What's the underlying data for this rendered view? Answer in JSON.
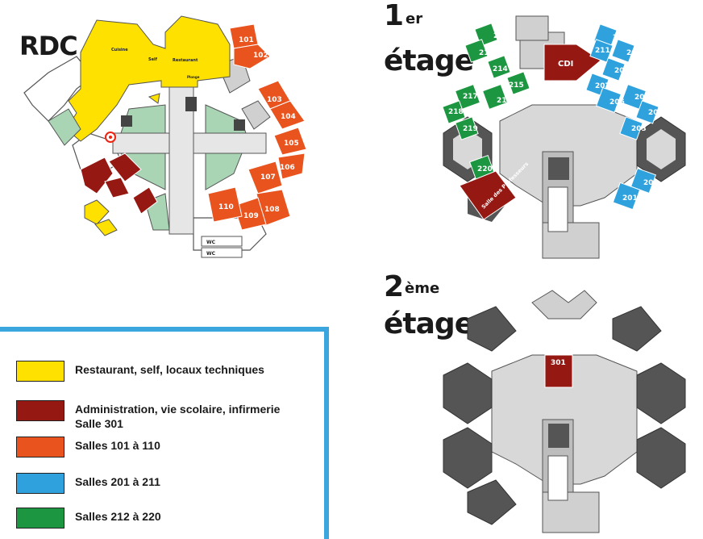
{
  "floors": {
    "rdc": {
      "title": "RDC",
      "labels": {
        "cuisine": "Cuisine",
        "self": "Self",
        "restaurant": "Restaurant",
        "plonge": "Plonge",
        "wc": "WC"
      },
      "rooms": [
        "101",
        "102",
        "103",
        "104",
        "105",
        "106",
        "107",
        "108",
        "109",
        "110"
      ]
    },
    "etage1": {
      "title": "1",
      "title_sup": "er",
      "title_line2": "étage",
      "cdi": "CDI",
      "salle_profs": "Salle des Professeurs",
      "rooms_green": [
        "212",
        "213",
        "214",
        "215",
        "216",
        "217",
        "218",
        "219",
        "220"
      ],
      "rooms_blue": [
        "210",
        "211",
        "209",
        "208",
        "207",
        "206",
        "205",
        "204",
        "203",
        "202",
        "201"
      ]
    },
    "etage2": {
      "title": "2",
      "title_sup": "ème",
      "title_line2": "étage",
      "room": "301"
    }
  },
  "legend": {
    "items": [
      {
        "label": "Restaurant, self, locaux techniques",
        "color": "#ffe100"
      },
      {
        "label": "Administration, vie scolaire, infirmerie",
        "label2": "Salle 301",
        "color": "#951812"
      },
      {
        "label": "Salles 101 à 110",
        "color": "#e8531e"
      },
      {
        "label": "Salles 201 à 211",
        "color": "#2fa2de"
      },
      {
        "label": "Salles 212 à 220",
        "color": "#1c9640"
      }
    ]
  },
  "colors": {
    "yellow": "#ffe100",
    "darkred": "#951812",
    "orange": "#e8531e",
    "blue": "#2fa2de",
    "green": "#1c9640",
    "mint": "#a9d5b4",
    "grey": "#c8c8c8",
    "dark": "#4a4a4a",
    "legend_border": "#3aa6dd"
  },
  "icons": [
    "elevator-icon",
    "stairs-icon",
    "target-icon"
  ]
}
